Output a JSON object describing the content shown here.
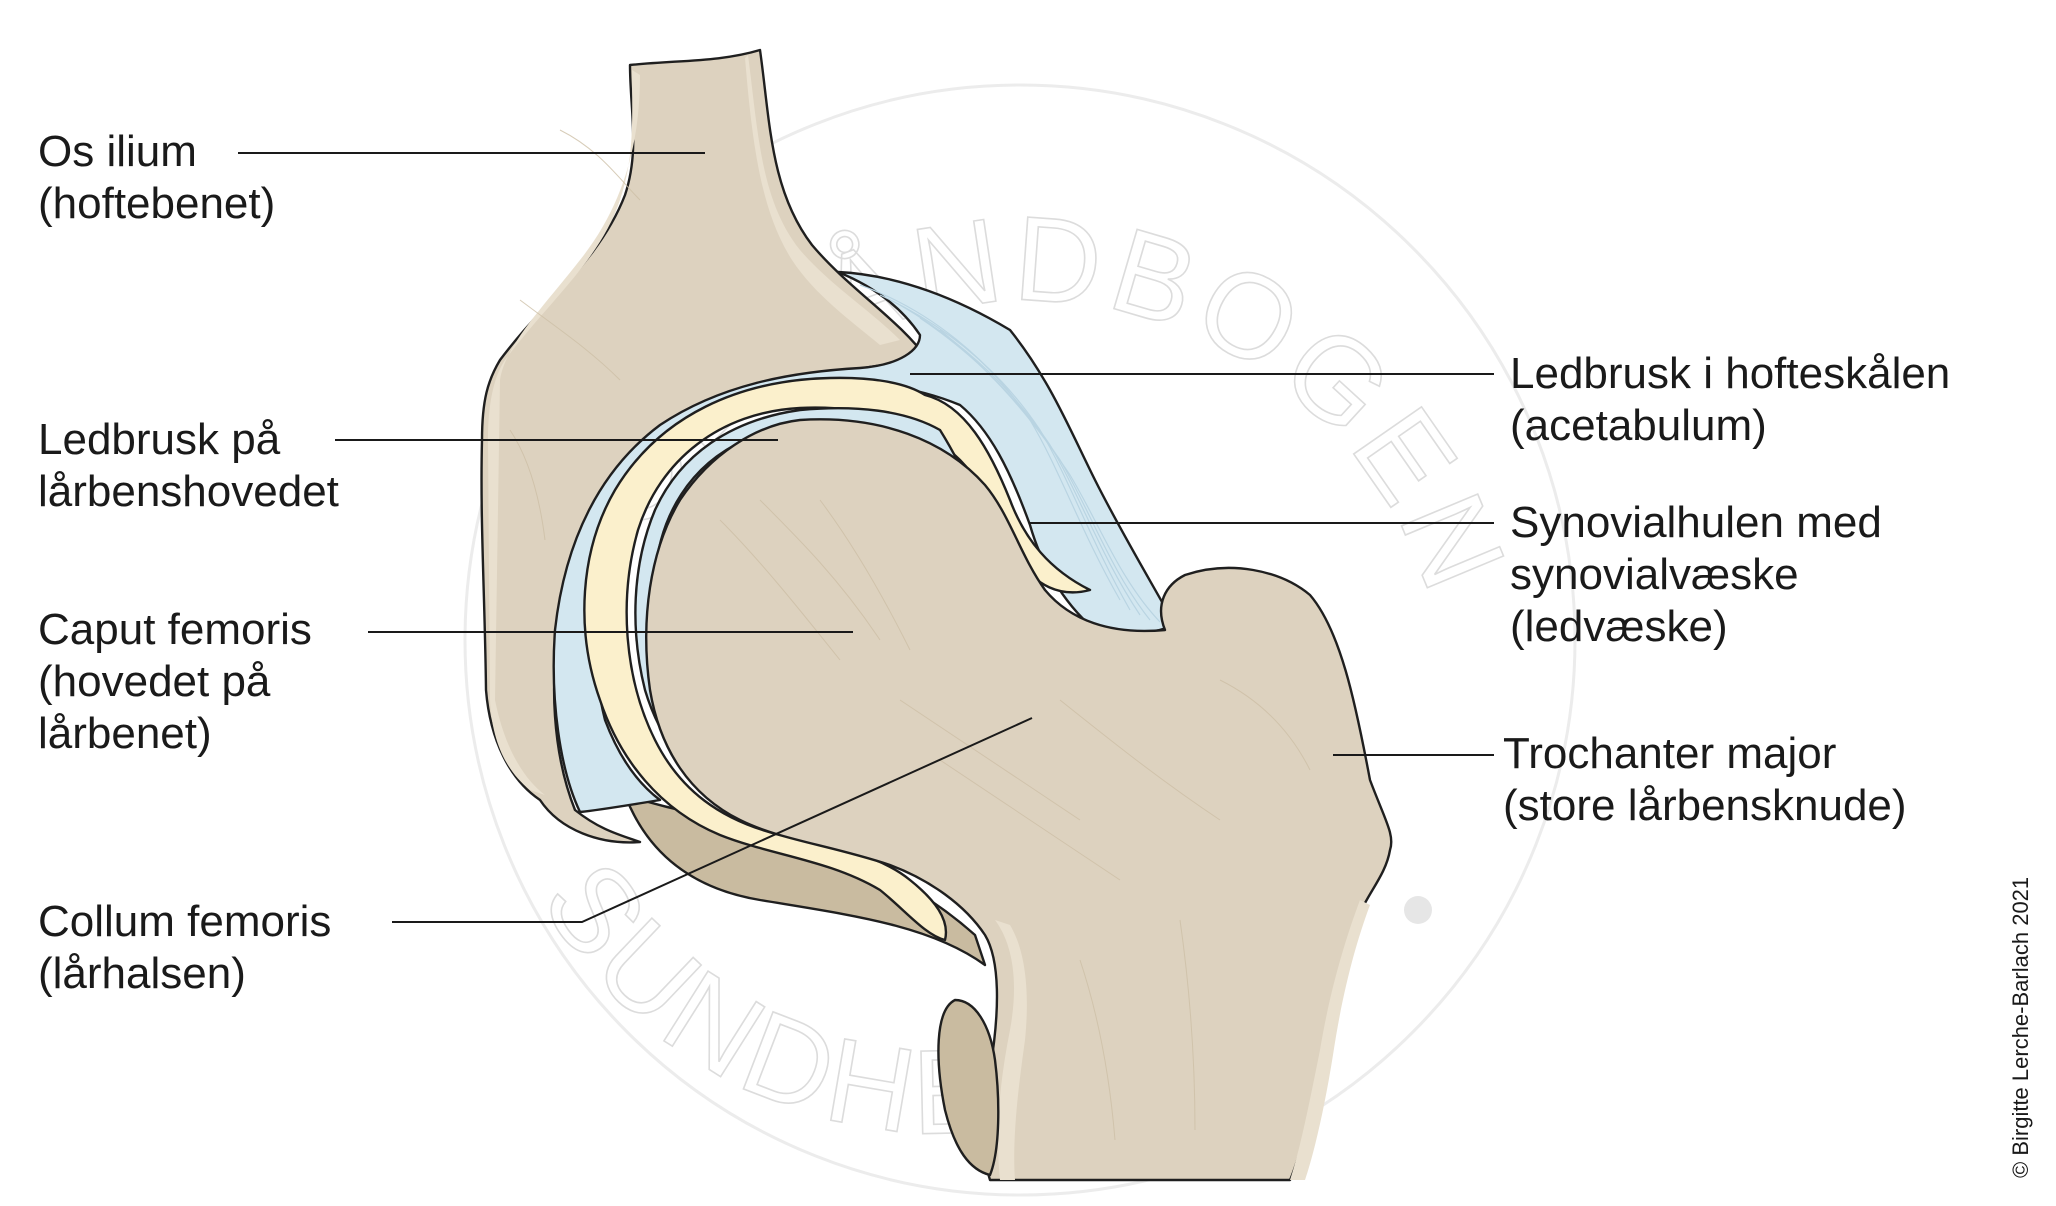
{
  "labels": {
    "os_ilium": [
      "Os ilium",
      "(hoftebenet)"
    ],
    "ledbrusk_lar": [
      "Ledbrusk på",
      "lårbenshovedet"
    ],
    "caput": [
      "Caput femoris",
      "(hovedet på",
      "lårbenet)"
    ],
    "collum": [
      "Collum femoris",
      "(lårhalsen)"
    ],
    "ledbrusk_acetabulum": [
      "Ledbrusk i hofteskålen",
      "(acetabulum)"
    ],
    "synovial": [
      "Synovialhulen med",
      "synovialvæske",
      "(ledvæske)"
    ],
    "trochanter": [
      "Trochanter major",
      "(store lårbensknude)"
    ]
  },
  "credit": "© Birgitte Lerche-Barlach 2021",
  "watermark": {
    "top": "GEHÅNDBOGEN",
    "bottom": "SUNDHEDS"
  },
  "colors": {
    "bone": "#ddd2bf",
    "bone_light": "#e9e0cf",
    "bone_dark": "#c9bba0",
    "cartilage": "#fbf0cc",
    "synovial": "#d3e7f0",
    "outline": "#1f1f1f"
  }
}
